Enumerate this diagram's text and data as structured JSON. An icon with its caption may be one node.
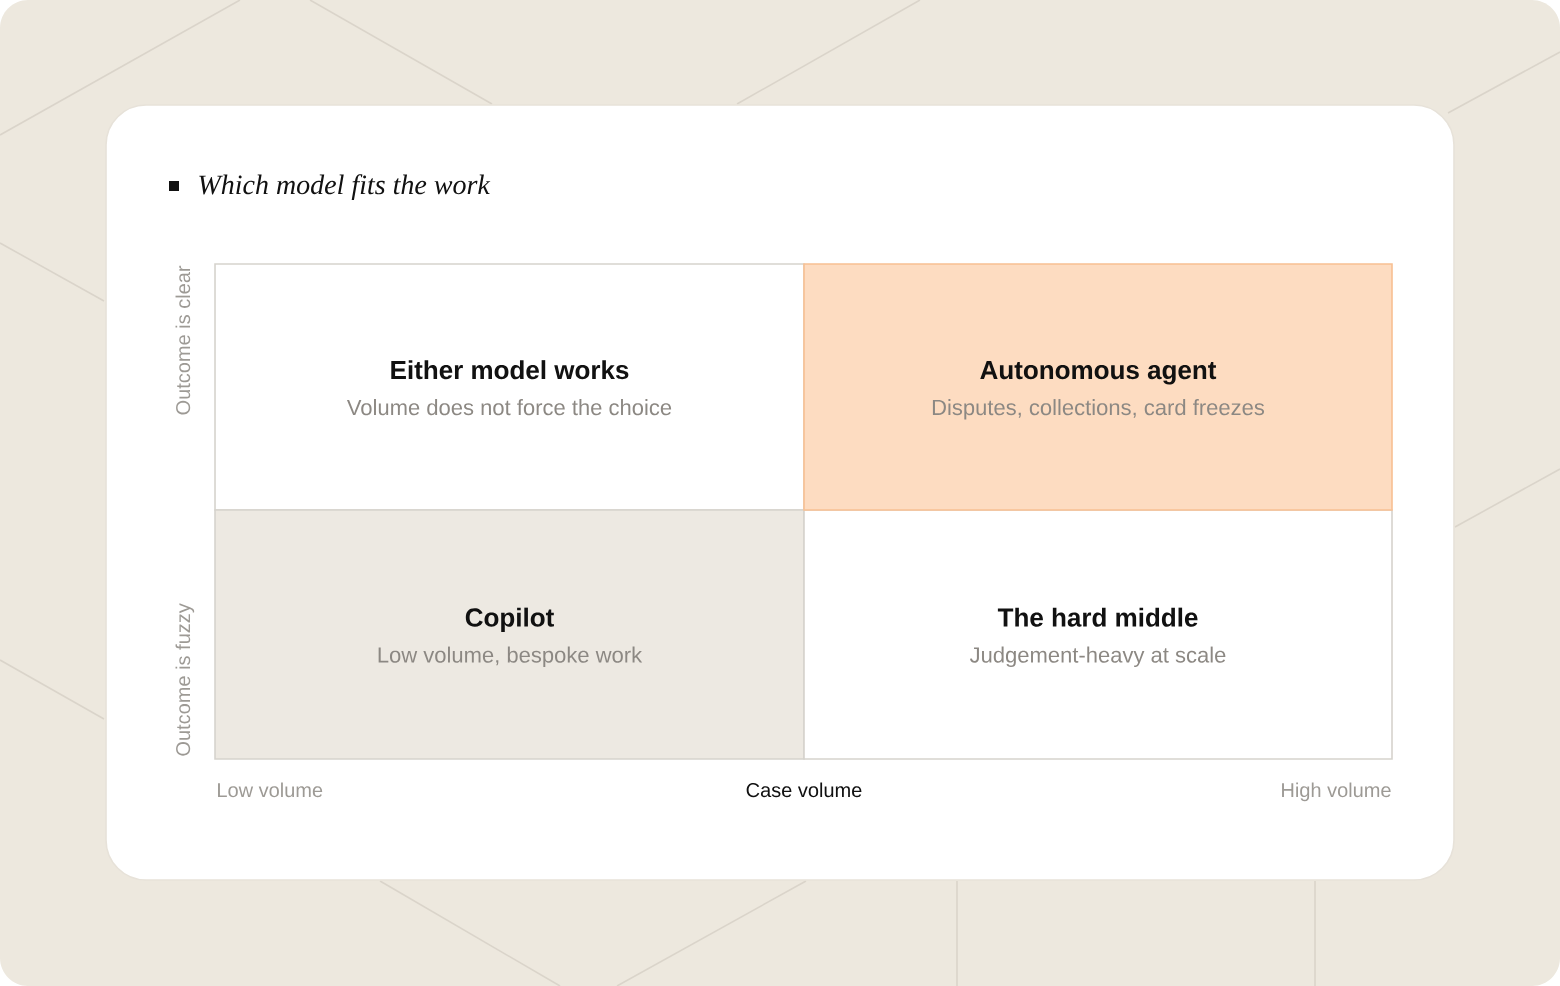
{
  "diagram": {
    "title": "Which model fits the work",
    "nodes": [
      {
        "text": [
          "Either model works",
          "Volume does not force the choice"
        ]
      },
      {
        "text": [
          "Autonomous agent",
          "Disputes, collections, card freezes"
        ]
      },
      {
        "text": [
          "Copilot",
          "Low volume, bespoke work"
        ]
      },
      {
        "text": [
          "The hard middle",
          "Judgement-heavy at scale"
        ]
      }
    ],
    "labels": [
      "Outcome is clear",
      "Outcome is fuzzy",
      "Low volume",
      "Case volume",
      "High volume"
    ]
  }
}
